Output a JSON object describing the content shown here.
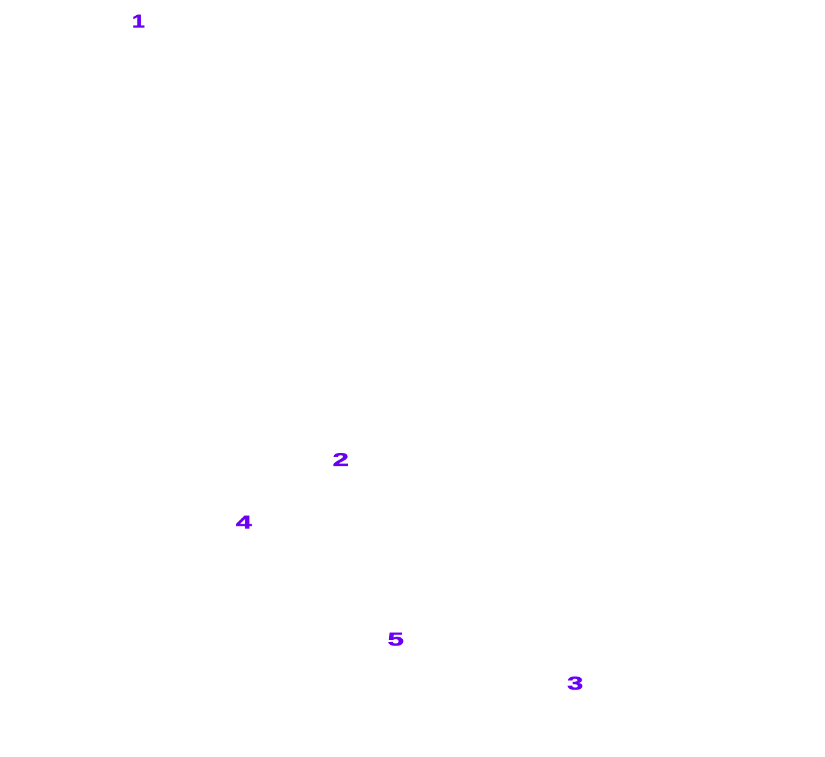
{
  "accent_color": "#6a00f4",
  "markers": [
    {
      "label": "1"
    },
    {
      "label": "2"
    },
    {
      "label": "3"
    },
    {
      "label": "4"
    },
    {
      "label": "5"
    }
  ]
}
